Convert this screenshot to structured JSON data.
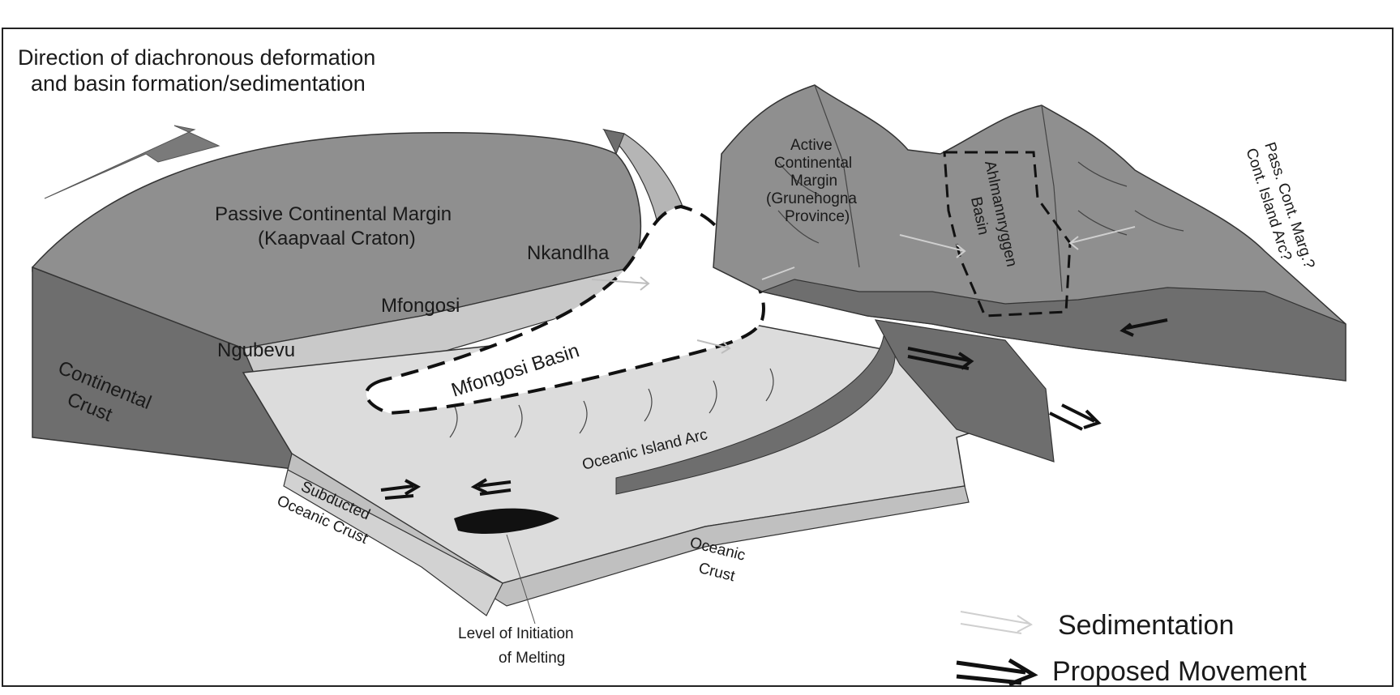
{
  "figure": {
    "direction_note": [
      "Direction of diachronous deformation",
      "and basin formation/sedimentation"
    ],
    "labels": {
      "passive_margin": [
        "Passive Continental Margin",
        "(Kaapvaal Craton)"
      ],
      "nkandlha": "Nkandlha",
      "mfongosi": "Mfongosi",
      "ngubevu": "Ngubevu",
      "continental_crust": [
        "Continental",
        "Crust"
      ],
      "mfongosi_basin": "Mfongosi Basin",
      "oceanic_island_arc": "Oceanic Island Arc",
      "subducted_crust": [
        "Subducted",
        "Oceanic Crust"
      ],
      "oceanic_crust": [
        "Oceanic",
        "Crust"
      ],
      "melting_level": [
        "Level of Initiation",
        "of Melting"
      ],
      "active_margin": [
        "Active",
        "Continental",
        "Margin",
        "(Grunehogna",
        "Province)"
      ],
      "ahlmann_basin": [
        "Ahlmannryggen",
        "Basin"
      ],
      "passive_cont_arc": [
        "Pass. Cont. Marg.?",
        "Cont. Island Arc?"
      ]
    },
    "legend": {
      "sedimentation": "Sedimentation",
      "proposed_movement": "Proposed Movement"
    },
    "colors": {
      "dark_crust": "#6e6e6e",
      "mid_surface": "#8f8f8f",
      "light_surface": "#c9c9c9",
      "pale_slab": "#dcdcdc",
      "black": "#111111"
    }
  }
}
